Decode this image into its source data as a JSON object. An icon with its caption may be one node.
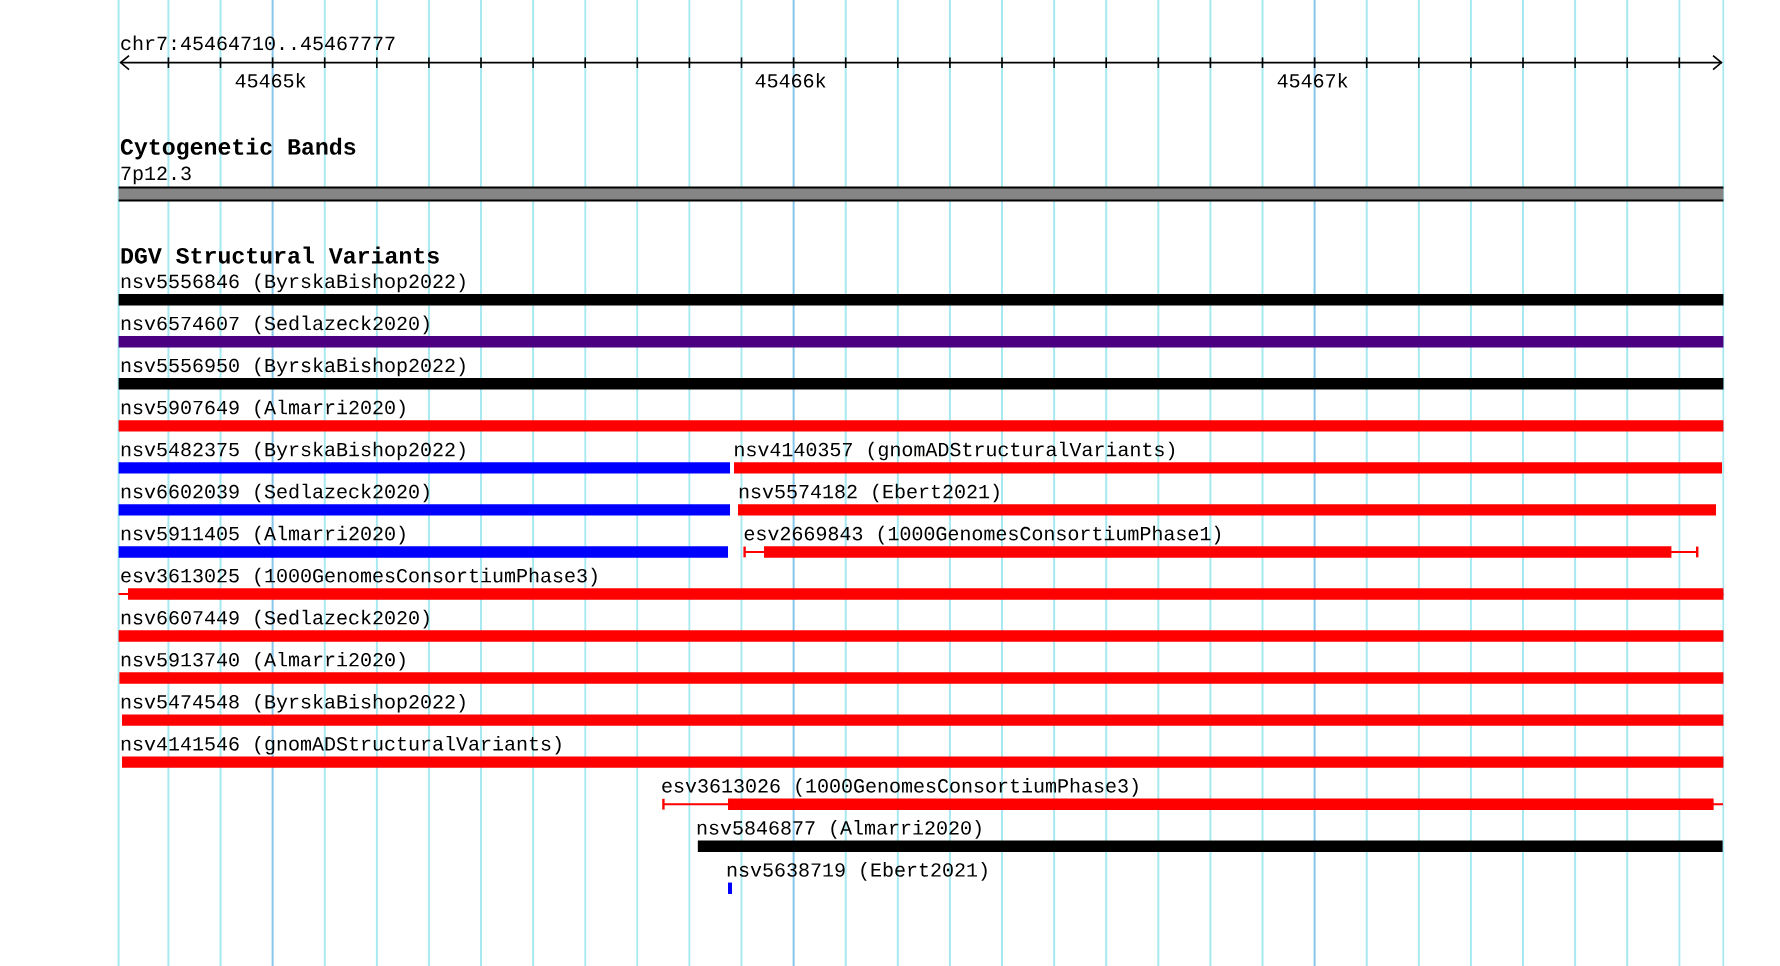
{
  "diagram": {
    "nodes": [
      {
        "text": [
          "7p12.3"
        ]
      },
      {
        "text": [
          "nsv5556846 (ByrskaBishop2022)"
        ]
      },
      {
        "text": [
          "nsv6574607 (Sedlazeck2020)"
        ]
      },
      {
        "text": [
          "nsv5556950 (ByrskaBishop2022)"
        ]
      },
      {
        "text": [
          "nsv5907649 (Almarri2020)"
        ]
      },
      {
        "text": [
          "nsv5482375 (ByrskaBishop2022)"
        ]
      },
      {
        "text": [
          "nsv4140357 (gnomADStructuralVariants)"
        ]
      },
      {
        "text": [
          "nsv6602039 (Sedlazeck2020)"
        ]
      },
      {
        "text": [
          "nsv5574182 (Ebert2021)"
        ]
      },
      {
        "text": [
          "nsv5911405 (Almarri2020)"
        ]
      },
      {
        "text": [
          "esv2669843 (1000GenomesConsortiumPhase1)"
        ]
      },
      {
        "text": [
          "esv3613025 (1000GenomesConsortiumPhase3)"
        ]
      },
      {
        "text": [
          "nsv6607449 (Sedlazeck2020)"
        ]
      },
      {
        "text": [
          "nsv5913740 (Almarri2020)"
        ]
      },
      {
        "text": [
          "nsv5474548 (ByrskaBishop2022)"
        ]
      },
      {
        "text": [
          "nsv4141546 (gnomADStructuralVariants)"
        ]
      },
      {
        "text": [
          "esv3613026 (1000GenomesConsortiumPhase3)"
        ]
      },
      {
        "text": [
          "nsv5846877 (Almarri2020)"
        ]
      },
      {
        "text": [
          "nsv5638719 (Ebert2021)"
        ]
      }
    ],
    "labels": [
      "chr7:45464710..45467777",
      "45465k",
      "45466k",
      "45467k",
      "Cytogenetic Bands",
      "DGV Structural Variants"
    ]
  }
}
